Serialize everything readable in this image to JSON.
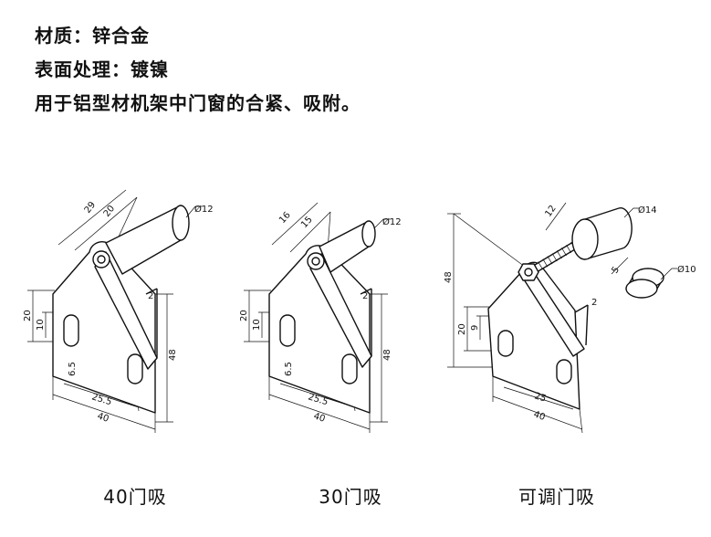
{
  "header": {
    "material": "材质：锌合金",
    "surface": "表面处理：镀镍",
    "usage": "用于铝型材机架中门窗的合紧、吸附。"
  },
  "products": [
    {
      "caption": "40门吸",
      "dims": [
        "29",
        "20",
        "Ø12",
        "20",
        "10",
        "6.5",
        "25.5",
        "40",
        "48",
        "2"
      ]
    },
    {
      "caption": "30门吸",
      "dims": [
        "16",
        "15",
        "Ø12",
        "20",
        "10",
        "6.5",
        "25.5",
        "40",
        "48",
        "2"
      ]
    },
    {
      "caption": "可调门吸",
      "dims": [
        "12",
        "Ø14",
        "5",
        "Ø10",
        "48",
        "20",
        "9",
        "2",
        "25",
        "40"
      ]
    }
  ]
}
